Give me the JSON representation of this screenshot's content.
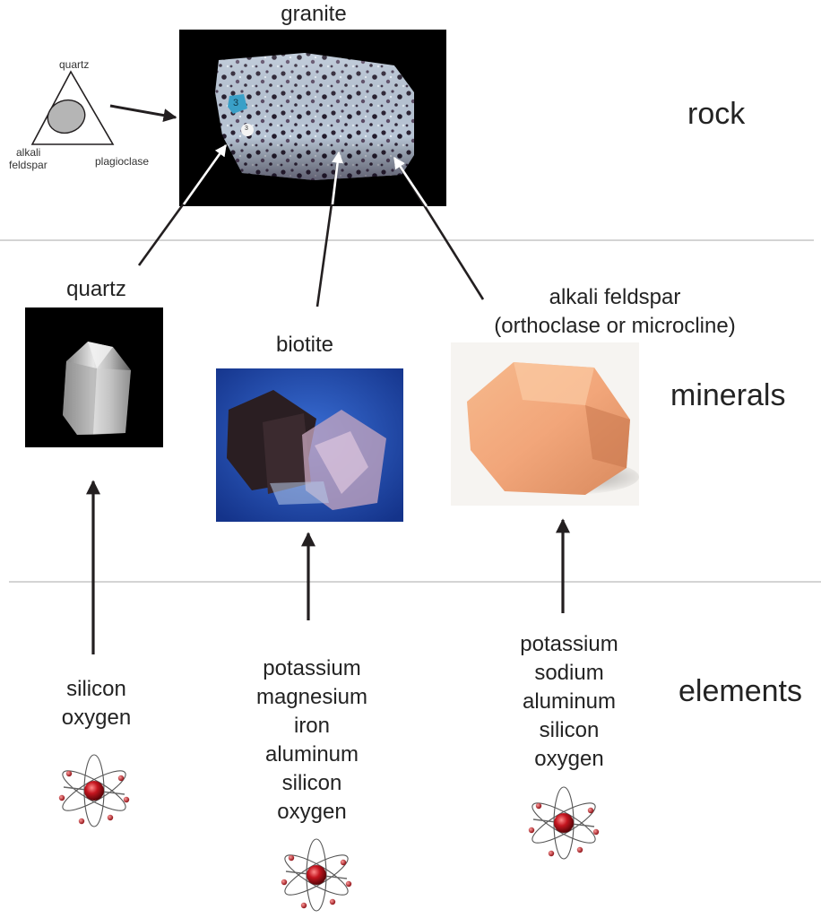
{
  "rock": {
    "title": "granite",
    "tier_label": "rock",
    "ternary": {
      "apex_top": "quartz",
      "apex_left_line1": "alkali",
      "apex_left_line2": "feldspar",
      "apex_right": "plagioclase"
    },
    "sample_tags": [
      "3",
      "3"
    ]
  },
  "minerals": {
    "tier_label": "minerals",
    "quartz_label": "quartz",
    "biotite_label": "biotite",
    "feldspar_label_line1": "alkali feldspar",
    "feldspar_label_line2": "(orthoclase or microcline)"
  },
  "elements": {
    "tier_label": "elements",
    "quartz": [
      "silicon",
      "oxygen"
    ],
    "biotite": [
      "potassium",
      "magnesium",
      "iron",
      "aluminum",
      "silicon",
      "oxygen"
    ],
    "feldspar": [
      "potassium",
      "sodium",
      "aluminum",
      "silicon",
      "oxygen"
    ]
  },
  "colors": {
    "divider": "#d4d4d4",
    "arrow_black": "#231f20",
    "arrow_white": "#ffffff",
    "atom_nucleus": "#b3121b",
    "photo_black": "#000000",
    "biotite_bg": "#1f4bb0",
    "feldspar_stone": "#f2a67a"
  }
}
